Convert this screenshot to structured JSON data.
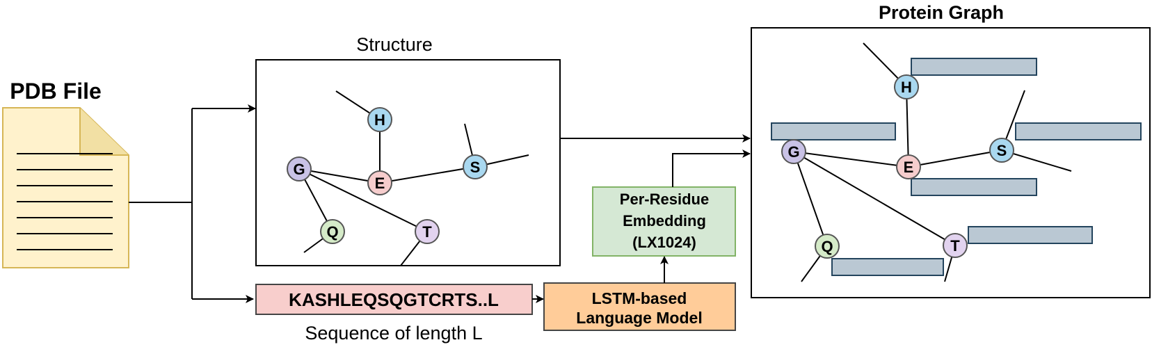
{
  "pdb": {
    "title": "PDB File"
  },
  "structure": {
    "title": "Structure"
  },
  "protein_graph": {
    "title": "Protein Graph"
  },
  "sequence": {
    "text": "KASHLEQSQGTCRTS..L",
    "caption": "Sequence of length L"
  },
  "lstm": {
    "line1": "LSTM-based",
    "line2": "Language Model"
  },
  "embedding": {
    "line1": "Per-Residue",
    "line2": "Embedding",
    "line3": "(LX1024)"
  },
  "residues": {
    "H": {
      "label": "H",
      "color": "#a9d8f0"
    },
    "E": {
      "label": "E",
      "color": "#f6cdcd"
    },
    "S": {
      "label": "S",
      "color": "#a9d8f0"
    },
    "G": {
      "label": "G",
      "color": "#c9c2e6"
    },
    "Q": {
      "label": "Q",
      "color": "#d5ebc8"
    },
    "T": {
      "label": "T",
      "color": "#e2d3ef"
    }
  },
  "colors": {
    "document_fill": "#fff2cc",
    "document_stroke": "#d6b656",
    "sequence_fill": "#f8cecc",
    "lstm_fill": "#ffcc99",
    "embedding_fill": "#d5e8d4",
    "embedding_stroke": "#82b366",
    "feature_bar_fill": "#bac8d3",
    "feature_bar_stroke": "#23445d"
  }
}
